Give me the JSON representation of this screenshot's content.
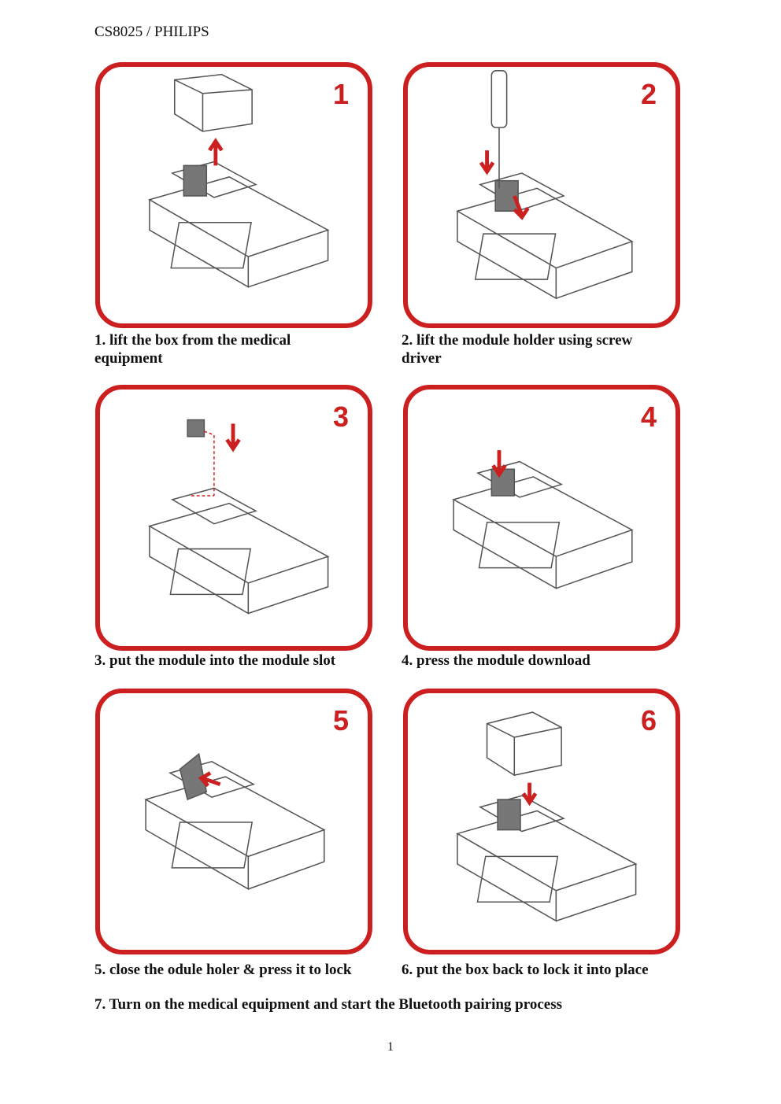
{
  "header": {
    "title": "CS8025 / PHILIPS"
  },
  "steps": [
    {
      "number": "1",
      "caption": "1. lift the box from the medical equipment"
    },
    {
      "number": "2",
      "caption": "2. lift the module holder using screw driver"
    },
    {
      "number": "3",
      "caption": "3. put the module into the module slot"
    },
    {
      "number": "4",
      "caption": "4. press the module download"
    },
    {
      "number": "5",
      "caption": "5. close the odule holer & press it to lock"
    },
    {
      "number": "6",
      "caption": "6. put the box back to lock it into place"
    }
  ],
  "final_step": "7. Turn on the medical equipment and start the Bluetooth pairing process",
  "page_number": "1",
  "colors": {
    "accent": "#cc1f1f",
    "line": "#555555"
  }
}
